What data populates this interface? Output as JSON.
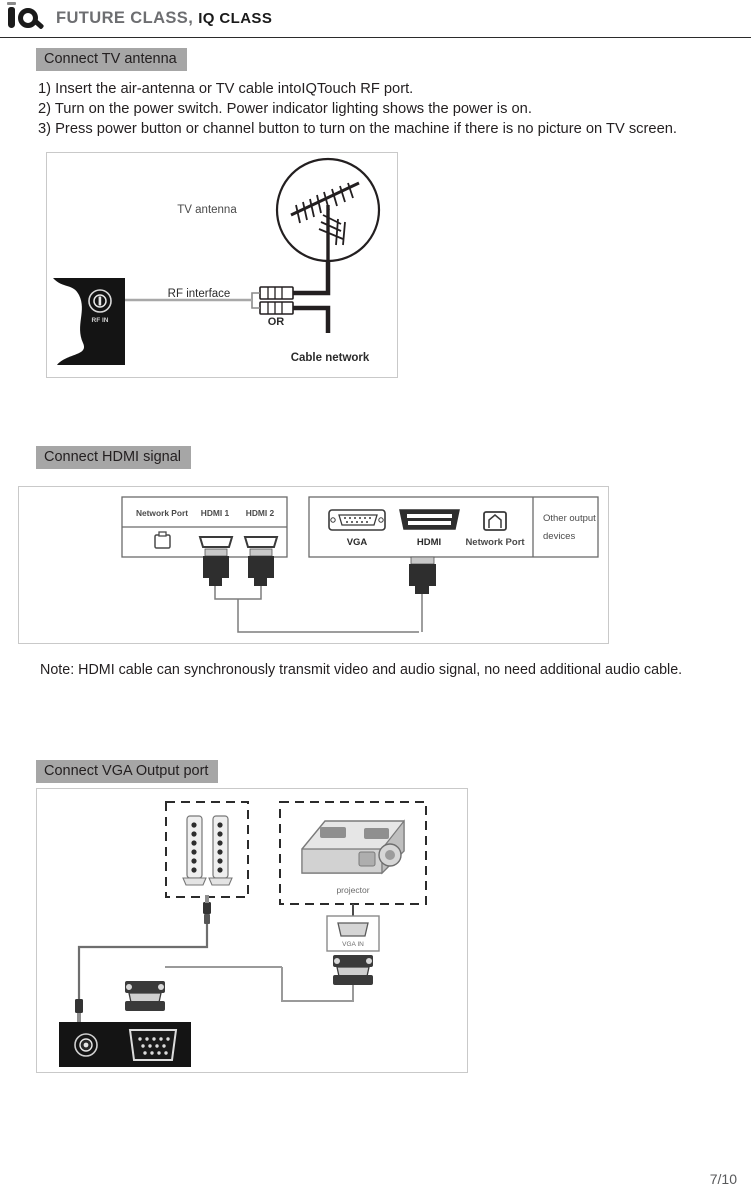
{
  "header": {
    "logo_icon": "iq-magnifier-logo",
    "brand_primary": "FUTURE CLASS,",
    "brand_secondary": "IQ CLASS"
  },
  "sections": [
    {
      "id": "tv-antenna",
      "title": "Connect TV antenna",
      "steps": [
        "1) Insert the air-antenna or TV cable intoIQTouch RF port.",
        "2) Turn on the power switch. Power indicator lighting shows the power is on.",
        "3) Press power button or channel button to turn on the machine if there is no picture on TV screen."
      ],
      "figure_labels": {
        "antenna": "TV antenna",
        "rf_interface": "RF interface",
        "or": "OR",
        "cable_network": "Cable network",
        "device_port": "RF IN"
      }
    },
    {
      "id": "hdmi-signal",
      "title": "Connect HDMI signal",
      "figure_labels": {
        "left_network_port": "Network Port",
        "left_hdmi1": "HDMI 1",
        "left_hdmi2": "HDMI 2",
        "right_vga": "VGA",
        "right_hdmi": "HDMI",
        "right_network_port": "Network Port",
        "other_devices_line1": "Other output",
        "other_devices_line2": "devices"
      },
      "note": "Note: HDMI cable can synchronously transmit video and audio signal, no need additional audio cable."
    },
    {
      "id": "vga-output",
      "title": "Connect VGA Output port",
      "figure_labels": {
        "projector": "projector",
        "vga_in": "VGA IN"
      }
    }
  ],
  "footer": {
    "page_number": "7/10"
  },
  "colors": {
    "highlight": "#a6a6a6",
    "brand_gray": "#6d6e71",
    "text": "#231f20",
    "figure_border": "#c9c9c9"
  }
}
